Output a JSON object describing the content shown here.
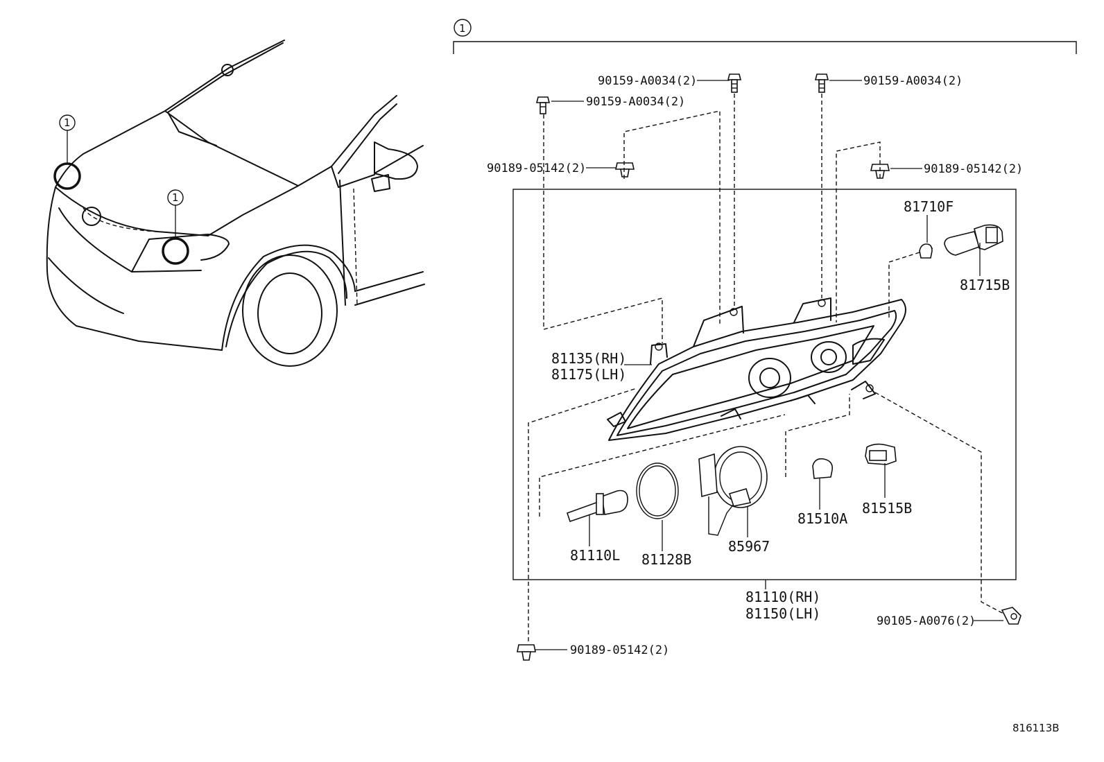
{
  "callout": "1",
  "car": {
    "callout_left": "1",
    "callout_right": "1"
  },
  "labels": {
    "bolt_top_center": "90159-A0034(2)",
    "bolt_top_right": "90159-A0034(2)",
    "bolt_left": "90159-A0034(2)",
    "clip_left": "90189-05142(2)",
    "clip_right": "90189-05142(2)",
    "bulb_park": "81710F",
    "socket_park": "81715B",
    "marker_rh": "81135(RH)",
    "marker_lh": "81175(LH)",
    "hid_bulb": "81110L",
    "gasket": "81128B",
    "ballast": "85967",
    "side_bulb": "81510A",
    "side_socket": "81515B",
    "assy_rh": "81110(RH)",
    "assy_lh": "81150(LH)",
    "screw_bottom": "90105-A0076(2)",
    "clip_bottom": "90189-05142(2)"
  },
  "ref_code": "816113B"
}
